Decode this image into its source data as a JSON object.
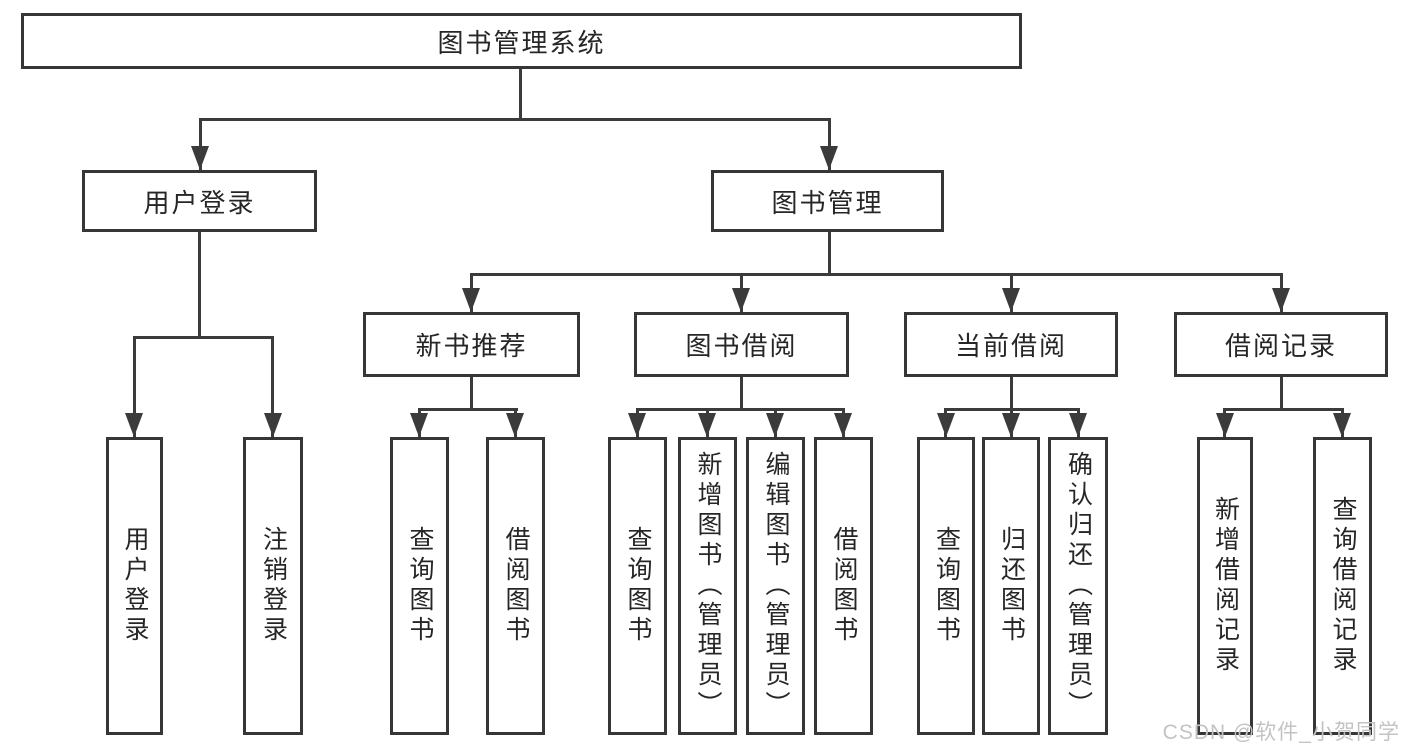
{
  "diagram": {
    "root": {
      "label": "图书管理系统",
      "children": [
        {
          "label": "用户登录",
          "children": [
            {
              "label": "用户登录"
            },
            {
              "label": "注销登录"
            }
          ]
        },
        {
          "label": "图书管理",
          "children": [
            {
              "label": "新书推荐",
              "children": [
                {
                  "label": "查询图书"
                },
                {
                  "label": "借阅图书"
                }
              ]
            },
            {
              "label": "图书借阅",
              "children": [
                {
                  "label": "查询图书"
                },
                {
                  "label": "新增图书（管理员）"
                },
                {
                  "label": "编辑图书（管理员）"
                },
                {
                  "label": "借阅图书"
                }
              ]
            },
            {
              "label": "当前借阅",
              "children": [
                {
                  "label": "查询图书"
                },
                {
                  "label": "归还图书"
                },
                {
                  "label": "确认归还（管理员）"
                }
              ]
            },
            {
              "label": "借阅记录",
              "children": [
                {
                  "label": "新增借阅记录"
                },
                {
                  "label": "查询借阅记录"
                }
              ]
            }
          ]
        }
      ]
    }
  },
  "watermark": {
    "text": "CSDN @软件_小贺同学"
  },
  "colors": {
    "line": "#3b3b3b",
    "border": "#363636",
    "text": "#262626",
    "background": "#ffffff",
    "watermark": "#c3c3c3"
  }
}
